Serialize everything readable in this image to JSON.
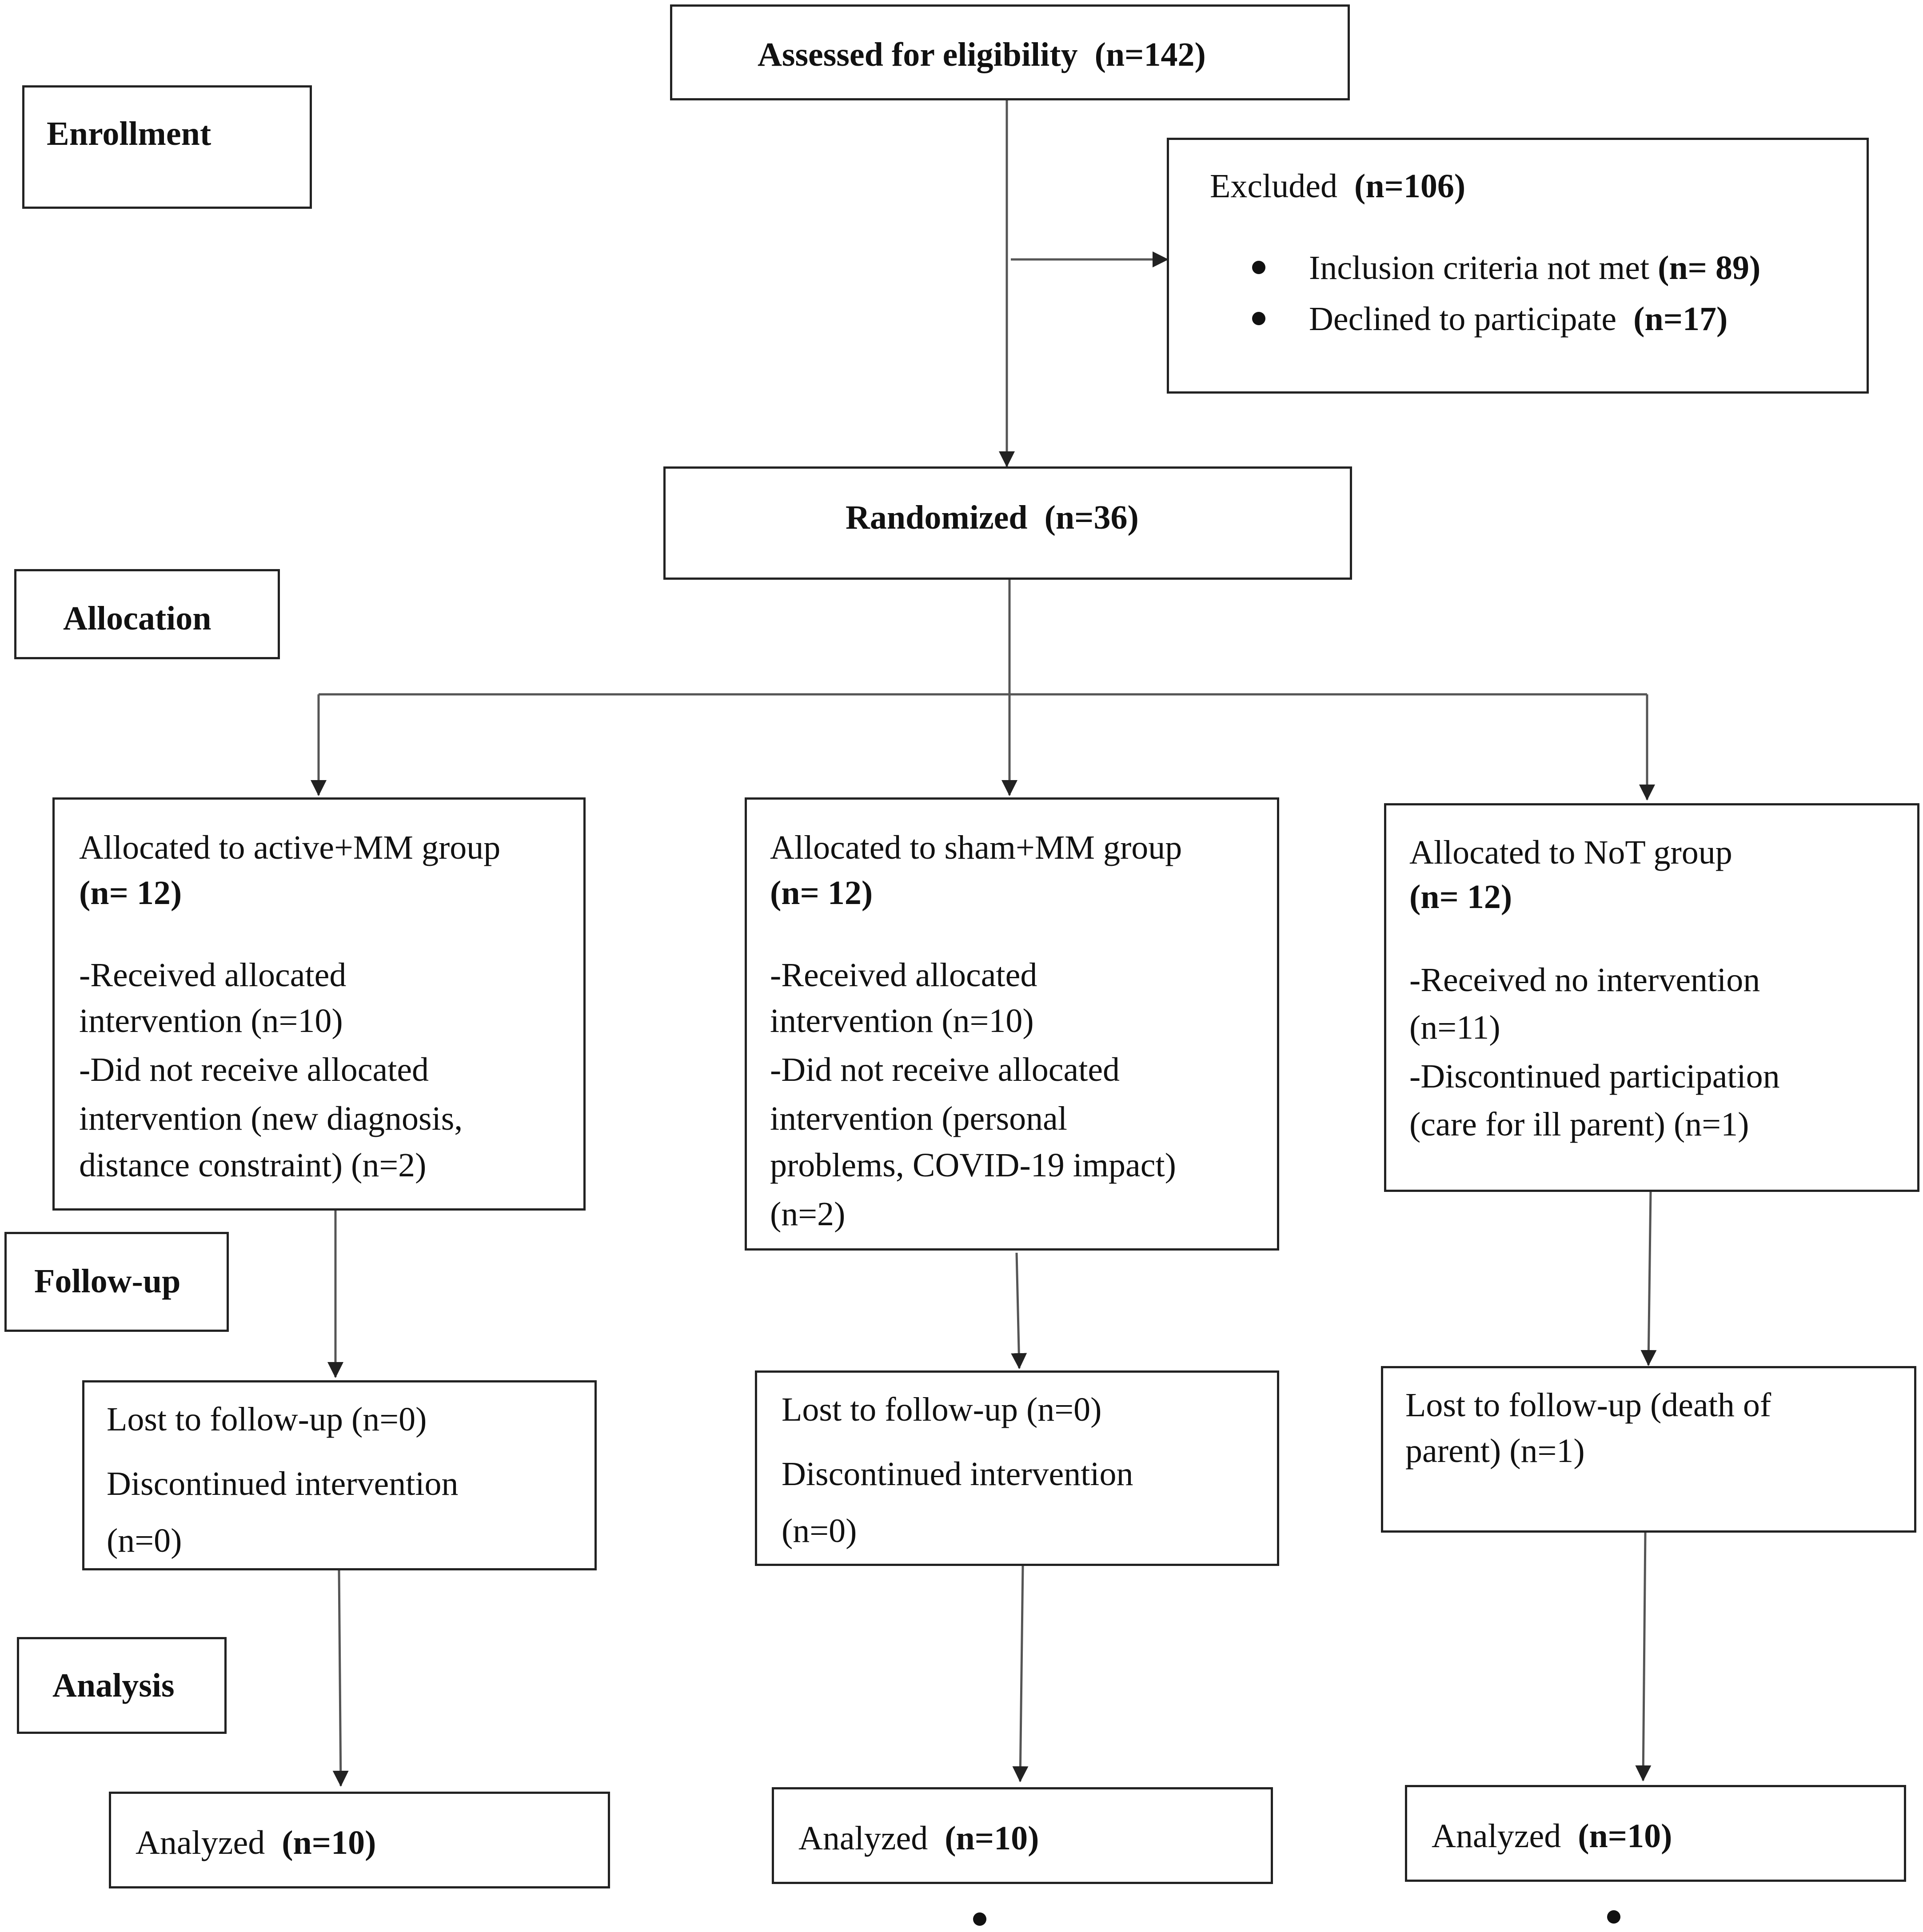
{
  "stages": {
    "enrollment": "Enrollment",
    "allocation": "Allocation",
    "followup": "Follow-up",
    "analysis": "Analysis"
  },
  "assessed": {
    "label": "Assessed for eligibility",
    "count": "(n=142)"
  },
  "excluded": {
    "label": "Excluded",
    "count": "(n=106)",
    "reasons": [
      {
        "label": "Inclusion  criteria  not met",
        "count": "(n= 89)"
      },
      {
        "label": "Declined  to participate",
        "count": "(n=17)"
      }
    ]
  },
  "randomized": {
    "label": "Randomized",
    "count": "(n=36)"
  },
  "groups": [
    {
      "allocated": "Allocated  to active+MM  group",
      "count": "(n= 12)",
      "details": [
        "-Received  allocated",
        "intervention  (n=10)",
        "-Did not receive  allocated",
        "intervention  (new diagnosis,",
        "distance  constraint)  (n=2)"
      ],
      "followup": [
        "Lost to follow-up  (n=0)",
        "Discontinued  intervention",
        "(n=0)"
      ],
      "analyzed": {
        "label": "Analyzed",
        "count": "(n=10)"
      }
    },
    {
      "allocated": "Allocated  to sham+MM  group",
      "count": "(n= 12)",
      "details": [
        "-Received  allocated",
        "intervention  (n=10)",
        "-Did not receive  allocated",
        "intervention  (personal",
        "problems,  COVID-19 impact)",
        "(n=2)"
      ],
      "followup": [
        "Lost to follow-up  (n=0)",
        "Discontinued  intervention",
        "(n=0)"
      ],
      "analyzed": {
        "label": "Analyzed",
        "count": "(n=10)"
      }
    },
    {
      "allocated": "Allocated  to NoT group",
      "count": "(n= 12)",
      "details": [
        "-Received no intervention",
        "(n=11)",
        "-Discontinued  participation",
        "(care for ill  parent)  (n=1)"
      ],
      "followup": [
        "Lost to follow-up  (death  of",
        "parent)  (n=1)"
      ],
      "analyzed": {
        "label": "Analyzed",
        "count": "(n=10)"
      }
    }
  ]
}
